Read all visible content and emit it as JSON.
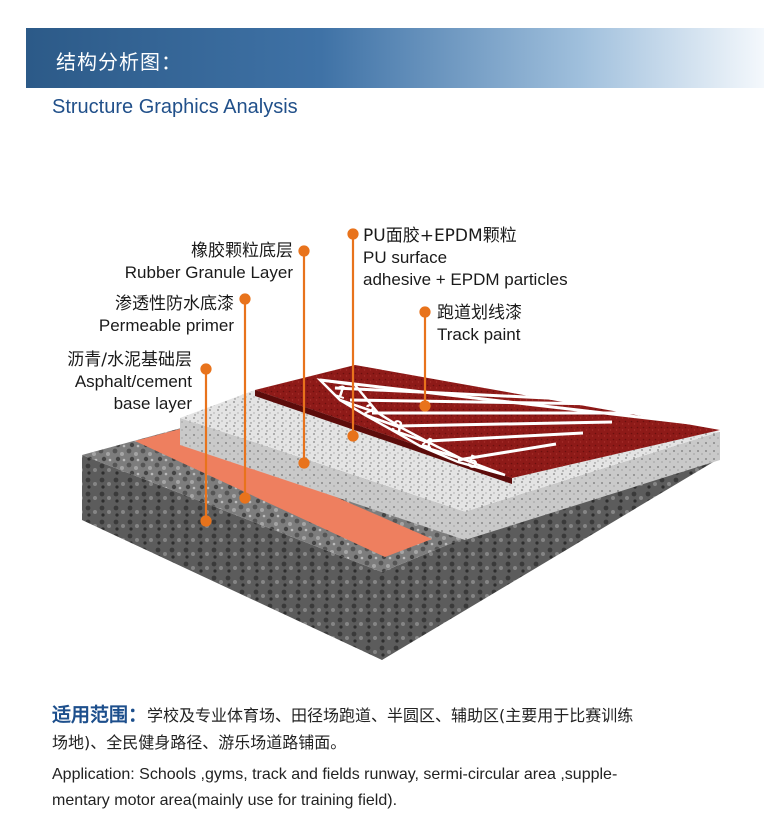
{
  "header": {
    "title": "结构分析图："
  },
  "subtitle": "Structure Graphics Analysis",
  "labels": {
    "rubber": {
      "cn": "橡胶颗粒底层",
      "en": "Rubber Granule Layer"
    },
    "primer": {
      "cn": "渗透性防水底漆",
      "en": "Permeable primer"
    },
    "base": {
      "cn": "沥青/水泥基础层",
      "en1": "Asphalt/cement",
      "en2": "base layer"
    },
    "pu": {
      "cn": "PU面胶+EPDM颗粒",
      "en1": "PU surface",
      "en2": "adhesive + EPDM particles"
    },
    "paint": {
      "cn": "跑道划线漆",
      "en": "Track paint"
    }
  },
  "lane_numbers": [
    "1",
    "2",
    "3",
    "4",
    "5"
  ],
  "colors": {
    "leader": "#e8731c",
    "track": "#8e1a18",
    "primer": "#ee7f5f",
    "header": "#2c5a88"
  },
  "application": {
    "title": "适用范围：",
    "cn_line1": "学校及专业体育场、田径场跑道、半圆区、辅助区(主要用于比赛训练",
    "cn_line2": "场地)、全民健身路径、游乐场道路铺面。",
    "en_line1": "Application: Schools ,gyms, track and fields runway, sermi-circular area ,supple-",
    "en_line2": "mentary motor area(mainly use for training field)."
  }
}
